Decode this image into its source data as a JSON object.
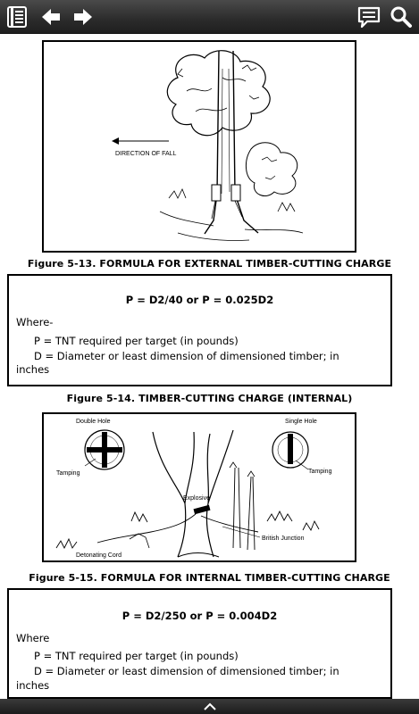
{
  "toolbar": {
    "icons": [
      "table-of-contents-icon",
      "back-arrow-icon",
      "forward-arrow-icon",
      "notes-icon",
      "search-icon"
    ]
  },
  "figure_1": {
    "labels": {
      "direction_of_fall": "DIRECTION OF FALL"
    }
  },
  "caption_1": "Figure 5-13. FORMULA FOR EXTERNAL TIMBER-CUTTING CHARGE",
  "formula_1": {
    "equation": "P = D2/40 or P = 0.025D2",
    "where": "Where-",
    "p_def": "P = TNT required per target (in pounds)",
    "d_def": "D = Diameter or least dimension of dimensioned timber; in",
    "d_def_cont": "inches"
  },
  "caption_2": "Figure 5-14. TIMBER-CUTTING CHARGE (INTERNAL)",
  "figure_2": {
    "labels": {
      "double_hole": "Double Hole",
      "single_hole": "Single Hole",
      "tamping_left": "Tamping",
      "tamping_right": "Tamping",
      "explosive": "Explosive",
      "british_junction": "British Junction",
      "detonating_cord": "Detonating Cord"
    }
  },
  "caption_3": "Figure 5-15. FORMULA FOR INTERNAL TIMBER-CUTTING CHARGE",
  "formula_2": {
    "equation": "P = D2/250 or P = 0.004D2",
    "where": "Where",
    "p_def": "P = TNT required per target (in pounds)",
    "d_def": "D = Diameter or least dimension of dimensioned timber; in",
    "d_def_cont": "inches"
  },
  "bottom_bar": {
    "icon": "chevron-up-icon"
  },
  "colors": {
    "toolbar_bg": "#2b2b2b",
    "icon": "#ffffff",
    "border": "#000000"
  }
}
